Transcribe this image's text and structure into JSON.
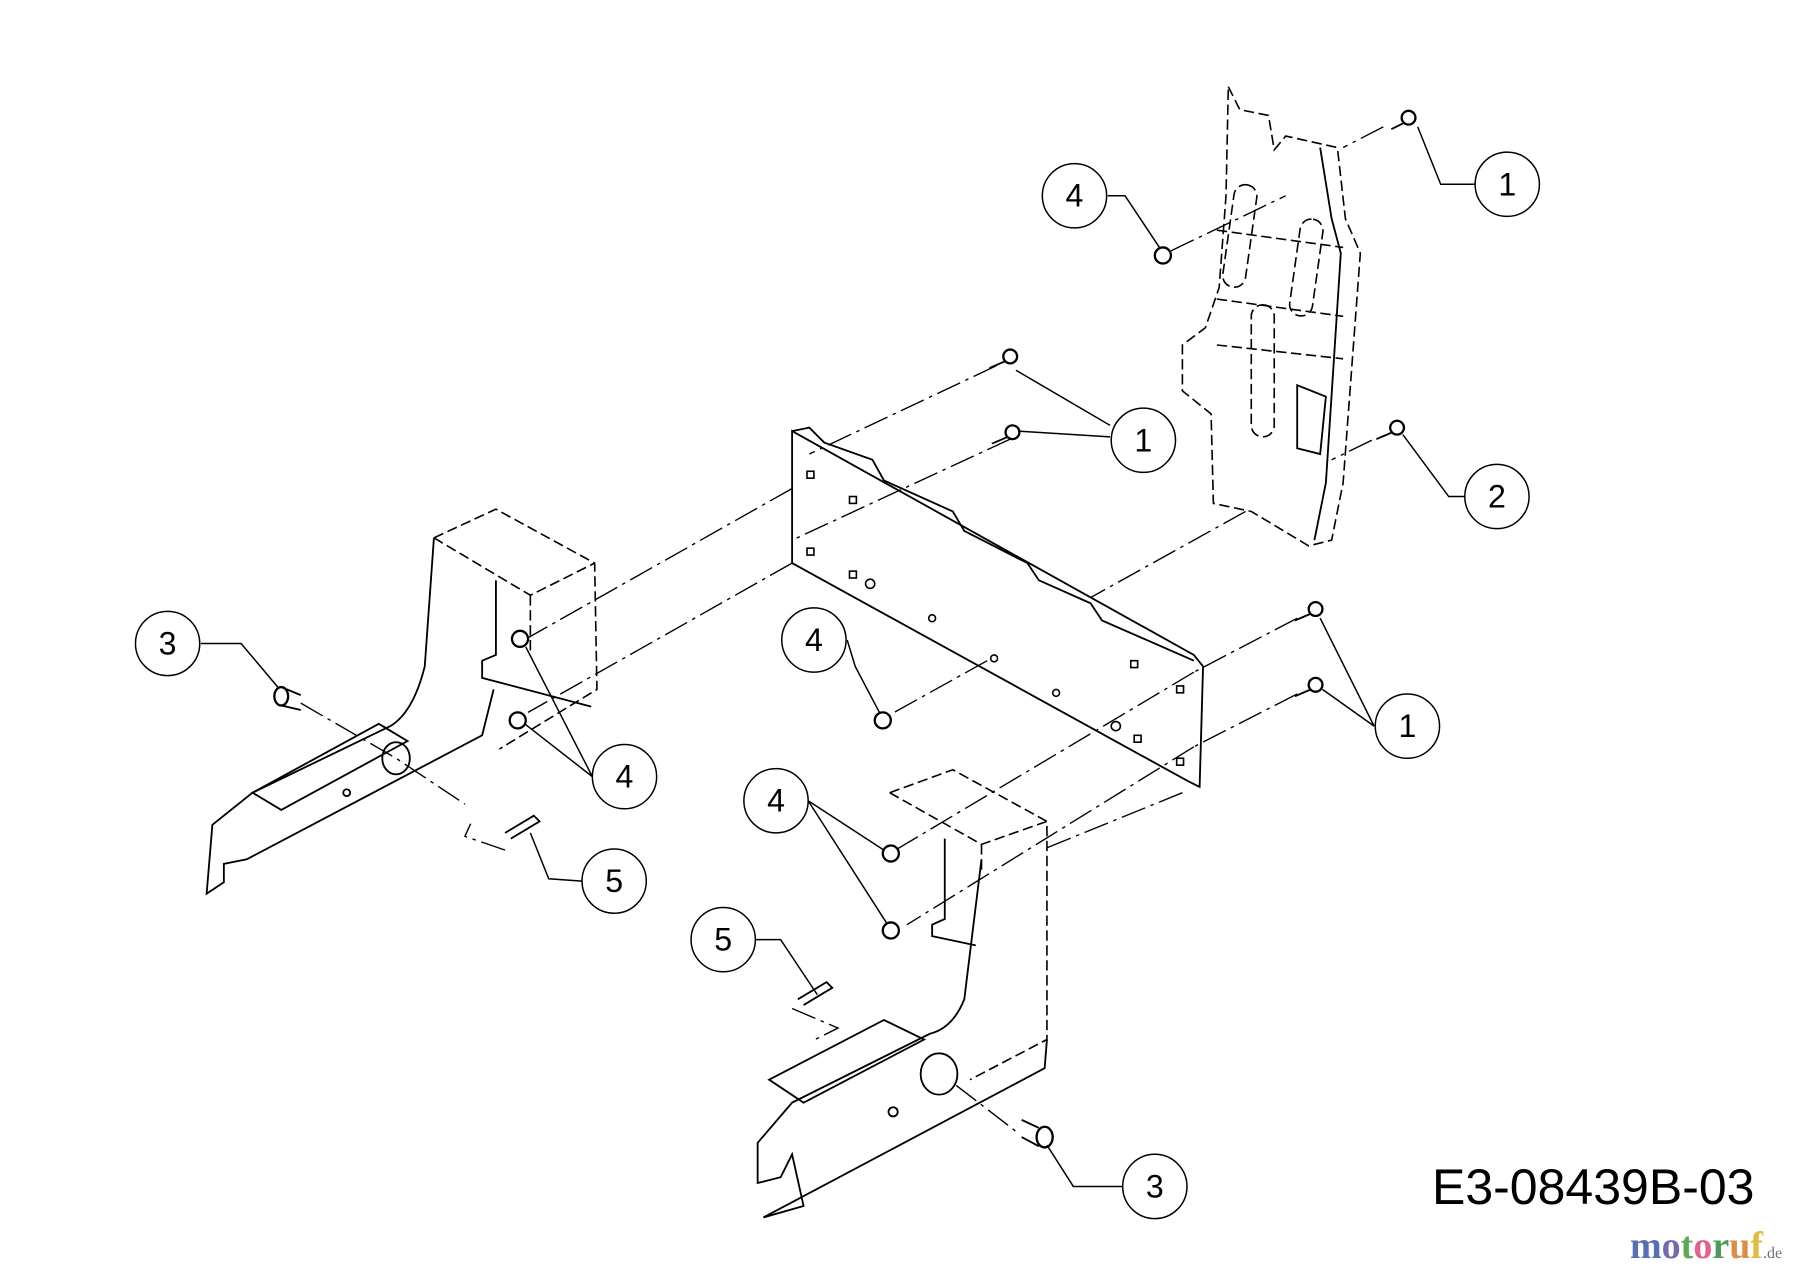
{
  "diagram_code": "E3-08439B-03",
  "watermark": {
    "text": "motoruf",
    "suffix": ".de",
    "colors": [
      "#3a56a8",
      "#5b4fa6",
      "#3f9a3a",
      "#e0457a",
      "#2f8a3f",
      "#d97a2a",
      "#e0b020"
    ]
  },
  "callouts": [
    "1",
    "4",
    "1",
    "2",
    "3",
    "4",
    "1",
    "4",
    "4",
    "5",
    "5",
    "3"
  ]
}
